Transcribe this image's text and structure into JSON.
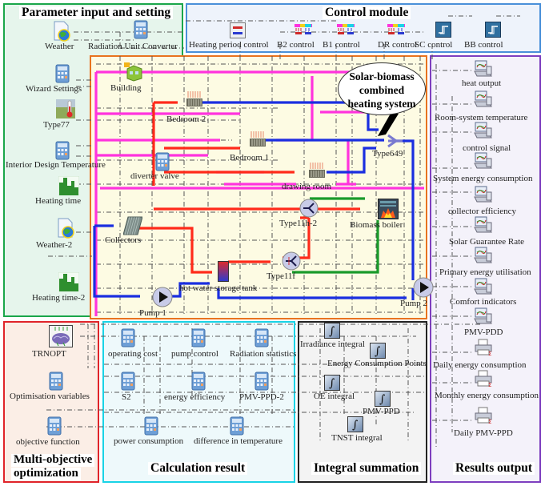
{
  "modules": {
    "parameter": {
      "title": "Parameter input and setting",
      "border": "#1aa64a",
      "fill": "#e6f5ec"
    },
    "control": {
      "title": "Control module",
      "border": "#4a90d9",
      "fill": "#eef3fb"
    },
    "system": {
      "title": "Solar-biomass combined heating system",
      "border": "#e8731f",
      "fill": "#fdfbe3"
    },
    "results": {
      "title": "Results output",
      "border": "#7e3fbf",
      "fill": "#f4f2fa"
    },
    "optimization": {
      "title": "Multi-objective optimization",
      "title_line1": "Multi-objective",
      "title_line2": "optimization",
      "border": "#e0242a",
      "fill": "#fbeee6"
    },
    "calculation": {
      "title": "Calculation result",
      "border": "#19d3e6",
      "fill": "#eef9fb"
    },
    "integral": {
      "title": "Integral summation",
      "border": "#222222",
      "fill": "#f3f3f3"
    }
  },
  "parameter_components": [
    {
      "label": "Weather",
      "icon": "weather-icon"
    },
    {
      "label": "Radiation Unit Converter",
      "icon": "calculator-icon"
    },
    {
      "label": "Wizard Settings",
      "icon": "calculator-icon"
    },
    {
      "label": "Type77",
      "icon": "ground-temperature-icon"
    },
    {
      "label": "Interior Design Temperature",
      "icon": "calculator-icon"
    },
    {
      "label": "Heating time",
      "icon": "schedule-chart-icon"
    },
    {
      "label": "Weather-2",
      "icon": "weather-icon"
    },
    {
      "label": "Heating time-2",
      "icon": "schedule-chart-icon"
    }
  ],
  "control_components": [
    {
      "label": "Heating period control",
      "icon": "period-control-icon"
    },
    {
      "label": "B2 control",
      "icon": "heat-cool-thermostat-icon"
    },
    {
      "label": "B1 control",
      "icon": "heat-cool-thermostat-icon"
    },
    {
      "label": "DR control",
      "icon": "heat-cool-thermostat-icon"
    },
    {
      "label": "SC control",
      "icon": "on-off-controller-icon"
    },
    {
      "label": "BB control",
      "icon": "on-off-controller-icon"
    }
  ],
  "system_components": [
    {
      "label": "Building",
      "icon": "building-icon"
    },
    {
      "label": "Bedroom 2",
      "icon": "radiator-icon"
    },
    {
      "label": "Bedroom 1",
      "icon": "radiator-icon"
    },
    {
      "label": "diverter valve",
      "icon": "calculator-icon"
    },
    {
      "label": "drawing room",
      "icon": "radiator-icon"
    },
    {
      "label": "Type649",
      "icon": "mixer-icon"
    },
    {
      "label": "Collectors",
      "icon": "solar-collector-icon"
    },
    {
      "label": "Type11h-2",
      "icon": "diverter-icon"
    },
    {
      "label": "Biomass boiler",
      "icon": "boiler-icon"
    },
    {
      "label": "Type11f",
      "icon": "diverter-icon"
    },
    {
      "label": "hot water storage tank",
      "icon": "storage-tank-icon"
    },
    {
      "label": "Pump 1",
      "icon": "pump-icon"
    },
    {
      "label": "Pump 2",
      "icon": "pump-icon"
    }
  ],
  "callout": {
    "line1": "Solar-biomass",
    "line2": "combined",
    "line3": "heating system"
  },
  "results_components": [
    {
      "label": "heat output",
      "icon": "plotter-icon"
    },
    {
      "label": "Room-system temperature",
      "icon": "plotter-icon"
    },
    {
      "label": "control signal",
      "icon": "plotter-icon"
    },
    {
      "label": "System energy consumption",
      "icon": "plotter-icon"
    },
    {
      "label": "collector efficiency",
      "icon": "plotter-icon"
    },
    {
      "label": "Solar Guarantee Rate",
      "icon": "plotter-icon"
    },
    {
      "label": "Primary energy utilisation",
      "icon": "plotter-icon"
    },
    {
      "label": "Comfort indicators",
      "icon": "plotter-icon"
    },
    {
      "label": "PMV-PDD",
      "icon": "plotter-icon"
    },
    {
      "label": "Daily energy consumption",
      "icon": "printer-icon"
    },
    {
      "label": "Monthly energy consumption",
      "icon": "printer-icon"
    },
    {
      "label": "Daily PMV-PPD",
      "icon": "printer-icon"
    }
  ],
  "optimization_components": [
    {
      "label": "TRNOPT",
      "icon": "brain-optimizer-icon"
    },
    {
      "label": "Optimisation variables",
      "icon": "calculator-icon"
    },
    {
      "label": "objective function",
      "icon": "calculator-icon"
    }
  ],
  "calculation_components": [
    {
      "label": "operating cost",
      "icon": "calculator-icon"
    },
    {
      "label": "pump control",
      "icon": "calculator-icon"
    },
    {
      "label": "Radiation statistics",
      "icon": "calculator-icon"
    },
    {
      "label": "S2",
      "icon": "calculator-icon"
    },
    {
      "label": "energy efficiency",
      "icon": "calculator-icon"
    },
    {
      "label": "PMV-PPD-2",
      "icon": "calculator-icon"
    },
    {
      "label": "power consumption",
      "icon": "calculator-icon"
    },
    {
      "label": "difference in temperature",
      "icon": "calculator-icon"
    }
  ],
  "integral_components": [
    {
      "label": "Irradiance integral",
      "icon": "integral-icon"
    },
    {
      "label": "Energy Consumption Points",
      "icon": "integral-icon"
    },
    {
      "label": "OE integral",
      "icon": "integral-icon"
    },
    {
      "label": "PMV-PPD",
      "icon": "integral-icon"
    },
    {
      "label": "TNST integral",
      "icon": "integral-icon"
    }
  ],
  "pipe_colors": {
    "building_loop": "#ff33dd",
    "hot_supply": "#ff2a1a",
    "return": "#1a2ee0",
    "boiler_loop": "#1a9a2a",
    "signal": "#555555"
  }
}
